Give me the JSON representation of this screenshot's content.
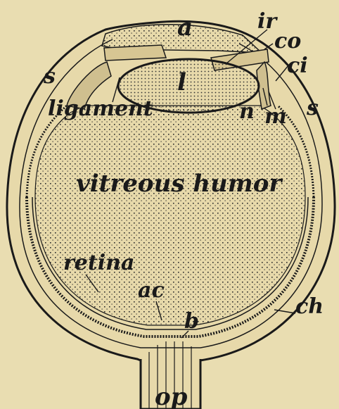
{
  "labels": {
    "a": "a",
    "ir": "ir",
    "co": "co",
    "ci": "ci",
    "s_left": "s",
    "s_right": "s",
    "l": "l",
    "ligament": "ligament",
    "n": "n",
    "m": "m",
    "vitreous": "vitreous humor",
    "retina": "retina",
    "ac": "ac",
    "b": "b",
    "ch": "ch",
    "op": "op"
  },
  "colors": {
    "paper": "#e9ddb1",
    "ink": "#1a1a1a"
  }
}
